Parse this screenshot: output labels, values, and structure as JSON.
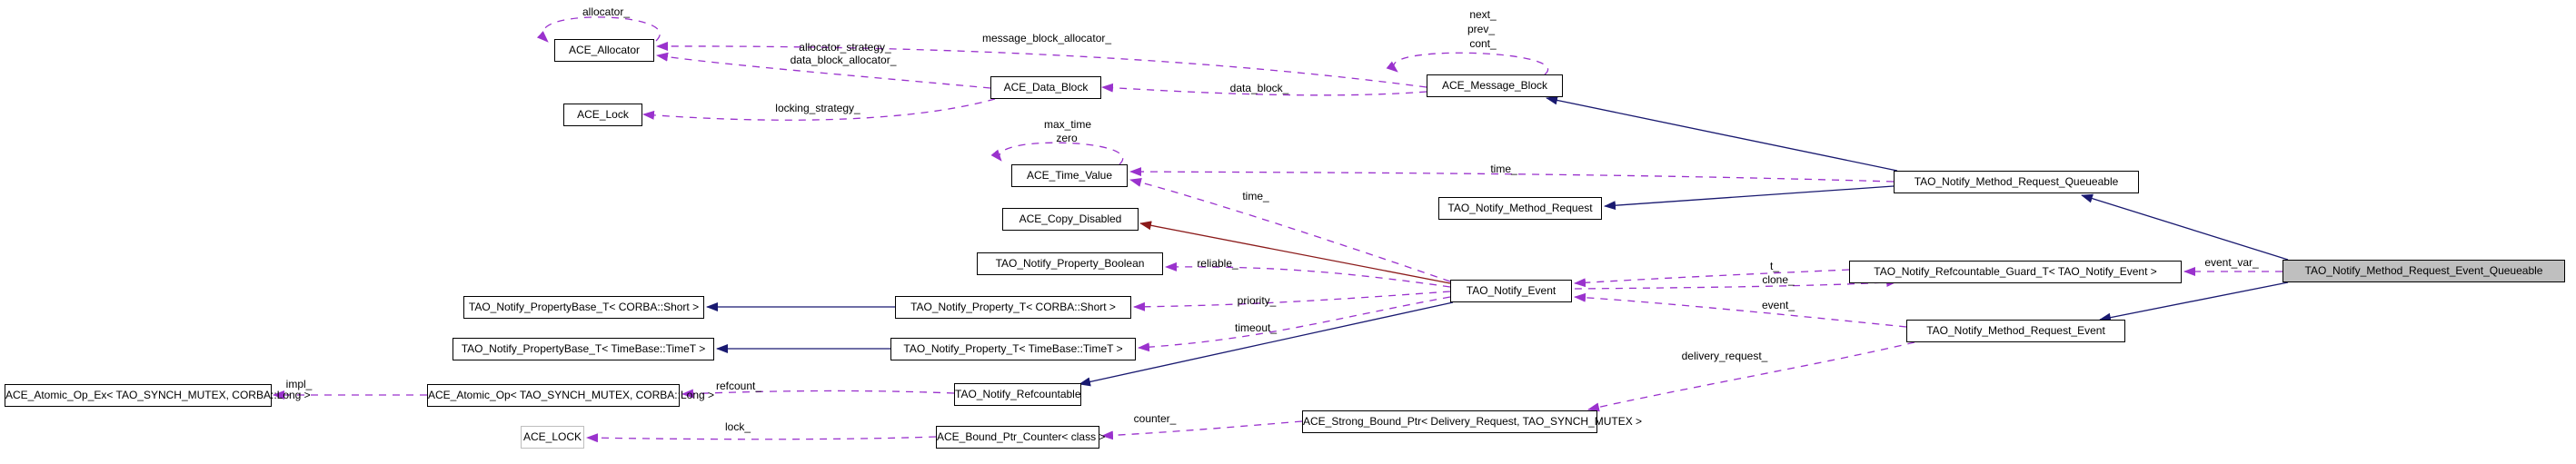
{
  "diagram": {
    "type": "doxygen-collaboration-graph",
    "highlighted_node": "TAO_Notify_Method_Request_Event_Queueable",
    "colors": {
      "usage_edge": "#9a32cd",
      "public_inheritance_edge": "#191970",
      "private_inheritance_edge": "#8b1a1a",
      "node_border": "#000000",
      "node_fill": "#ffffff",
      "highlighted_node_fill": "#bfbfbf",
      "external_node_border": "#bebebe",
      "background": "#ffffff"
    },
    "nodes": [
      {
        "label": "ACE_Allocator"
      },
      {
        "label": "ACE_Data_Block"
      },
      {
        "label": "ACE_Message_Block"
      },
      {
        "label": "ACE_Lock"
      },
      {
        "label": "ACE_Time_Value"
      },
      {
        "label": "TAO_Notify_Method_Request_Queueable"
      },
      {
        "label": "TAO_Notify_Method_Request"
      },
      {
        "label": "ACE_Copy_Disabled"
      },
      {
        "label": "TAO_Notify_Property_Boolean"
      },
      {
        "label": "TAO_Notify_Refcountable_Guard_T< TAO_Notify_Event >"
      },
      {
        "label": "TAO_Notify_Method_Request_Event_Queueable"
      },
      {
        "label": "TAO_Notify_Event"
      },
      {
        "label": "TAO_Notify_Property_T< CORBA::Short >"
      },
      {
        "label": "TAO_Notify_PropertyBase_T< CORBA::Short >"
      },
      {
        "label": "TAO_Notify_Method_Request_Event"
      },
      {
        "label": "TAO_Notify_Property_T< TimeBase::TimeT >"
      },
      {
        "label": "TAO_Notify_PropertyBase_T< TimeBase::TimeT >"
      },
      {
        "label": "ACE_Atomic_Op_Ex< TAO_SYNCH_MUTEX, CORBA::Long >"
      },
      {
        "label": "ACE_Atomic_Op< TAO_SYNCH_MUTEX, CORBA::Long >"
      },
      {
        "label": "TAO_Notify_Refcountable"
      },
      {
        "label": "ACE_LOCK"
      },
      {
        "label": "ACE_Bound_Ptr_Counter< class >"
      },
      {
        "label": "ACE_Strong_Bound_Ptr< Delivery_Request, TAO_SYNCH_MUTEX >"
      }
    ],
    "edge_labels": [
      {
        "text": "allocator_"
      },
      {
        "text": "message_block_allocator_"
      },
      {
        "text": "allocator_strategy_"
      },
      {
        "text": "data_block_allocator_"
      },
      {
        "text": "data_block_"
      },
      {
        "text": "locking_strategy_"
      },
      {
        "text": "next_"
      },
      {
        "text": "prev_"
      },
      {
        "text": "cont_"
      },
      {
        "text": "max_time"
      },
      {
        "text": "zero"
      },
      {
        "text": "time_"
      },
      {
        "text": "time_"
      },
      {
        "text": "reliable_"
      },
      {
        "text": "priority_"
      },
      {
        "text": "timeout_"
      },
      {
        "text": "refcount_"
      },
      {
        "text": "impl_"
      },
      {
        "text": "lock_"
      },
      {
        "text": "counter_"
      },
      {
        "text": "t_"
      },
      {
        "text": "clone_"
      },
      {
        "text": "event_"
      },
      {
        "text": "delivery_request_"
      },
      {
        "text": "event_var_"
      }
    ]
  }
}
